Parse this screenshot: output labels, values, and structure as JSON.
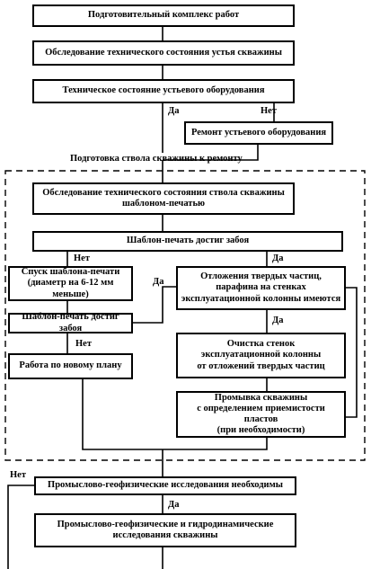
{
  "boxes": {
    "prep_complex": "Подготовительный комплекс работ",
    "wellhead_survey": "Обследование технического состояния устья скважины",
    "wellhead_equipment_state": "Техническое состояние устьевого оборудования",
    "wellhead_repair": "Ремонт устьевого оборудования",
    "wellbore_survey": "Обследование технического состояния ствола скважины\nшаблоном-печатью",
    "template_reached_bottom": "Шаблон-печать достиг забоя",
    "lower_template": "Спуск шаблона-печати\n(диаметр на 6-12 мм меньше)",
    "deposits_present": "Отложения твердых частиц,\nпарафина  на стенках\nэксплуатационной колонны имеются",
    "template_reached_bottom_2": "Шаблон-печать достиг забоя",
    "clean_walls": "Очистка стенок\nэксплуатационной колонны\nот отложений твердых частиц",
    "new_plan": "Работа по новому плану",
    "flush_well": "Промывка скважины\nс определением приемистости пластов\n(при необходимости)",
    "geophysical_needed": "Промыслово-геофизические исследования необходимы",
    "geophysical_studies": "Промыслово-геофизические и гидродинамические\nисследования скважины"
  },
  "section_label": "Подготовка ствола скважины к ремонту",
  "labels": {
    "yes": "Да",
    "no": "Нет"
  }
}
